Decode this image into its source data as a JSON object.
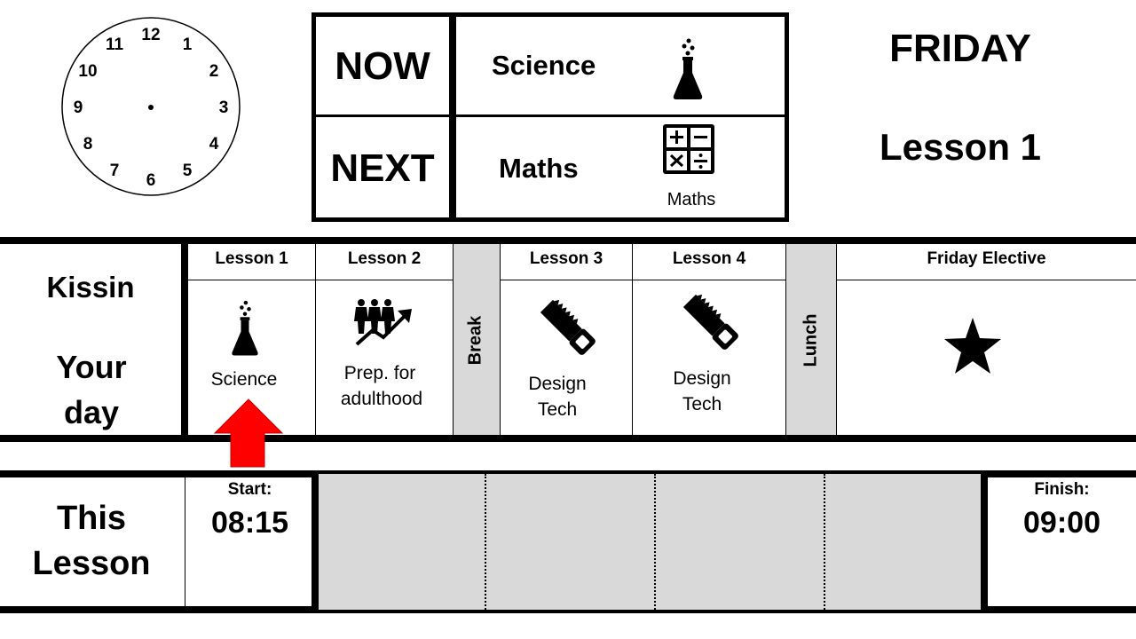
{
  "clock": {
    "numbers": [
      "12",
      "1",
      "2",
      "3",
      "4",
      "5",
      "6",
      "7",
      "8",
      "9",
      "10",
      "11"
    ],
    "icon": "analog-clock-icon"
  },
  "now_next": {
    "now_label": "NOW",
    "now_subject": "Science",
    "now_icon": "flask-icon",
    "next_label": "NEXT",
    "next_subject": "Maths",
    "next_icon": "maths-symbols-icon",
    "next_icon_caption": "Maths"
  },
  "header_right": {
    "day": "FRIDAY",
    "current_lesson": "Lesson 1"
  },
  "schedule": {
    "name": "Kissin",
    "subtitle_line1": "Your",
    "subtitle_line2": "day",
    "lessons": [
      {
        "header": "Lesson 1",
        "subject_line1": "Science",
        "subject_line2": "",
        "icon": "flask-icon"
      },
      {
        "header": "Lesson 2",
        "subject_line1": "Prep. for",
        "subject_line2": "adulthood",
        "icon": "people-growth-icon"
      },
      {
        "header": "Lesson 3",
        "subject_line1": "Design",
        "subject_line2": "Tech",
        "icon": "saw-icon"
      },
      {
        "header": "Lesson 4",
        "subject_line1": "Design",
        "subject_line2": "Tech",
        "icon": "saw-icon"
      },
      {
        "header": "Friday Elective",
        "subject_line1": "",
        "subject_line2": "",
        "icon": "star-icon"
      }
    ],
    "break_label": "Break",
    "lunch_label": "Lunch",
    "current_indicator_icon": "red-up-arrow-icon",
    "current_lesson_index": 0
  },
  "this_lesson": {
    "title_line1": "This",
    "title_line2": "Lesson",
    "start_label": "Start:",
    "start_time": "08:15",
    "finish_label": "Finish:",
    "finish_time": "09:00",
    "progress": 0.0,
    "segments": 4,
    "bar_color": "#d9d9d9"
  },
  "colors": {
    "arrow": "#ff0000",
    "arrow_outline": "#c00000",
    "divider_fill": "#d9d9d9"
  }
}
